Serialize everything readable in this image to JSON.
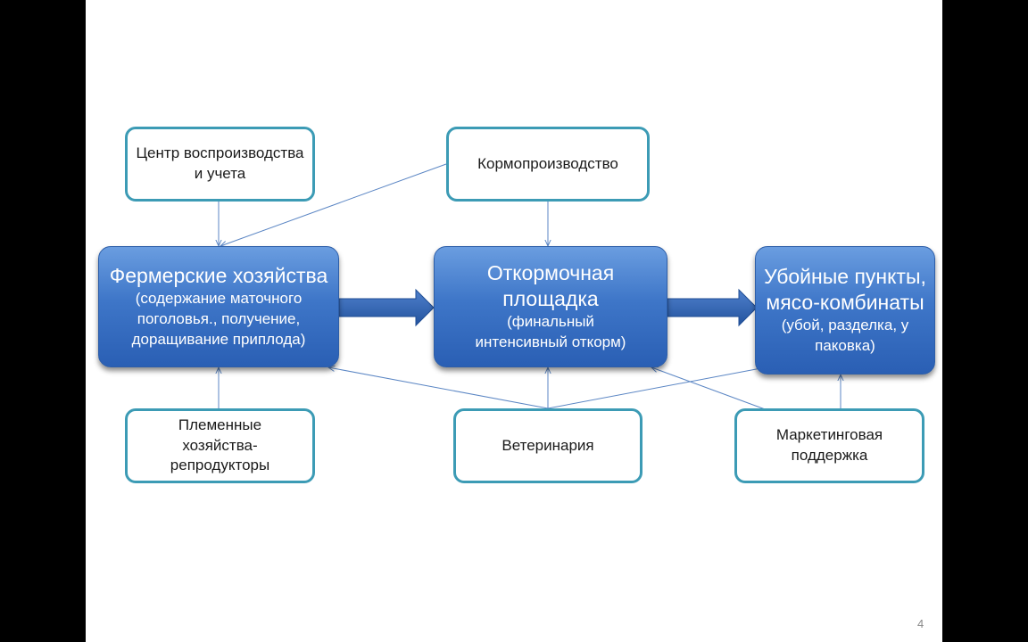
{
  "top_boxes": {
    "reproduction_center": "Центр воспроизводства и учета",
    "feed_production": "Кормопроизводство"
  },
  "main_boxes": {
    "farms": {
      "title": "Фермерские хозяйства",
      "subtitle": "(содержание маточного поголовья., получение, доращивание приплода)"
    },
    "feedlot": {
      "title": "Откормочная площадка",
      "subtitle": "(финальный интенсивный откорм)"
    },
    "slaughter": {
      "title": "Убойные пункты, мясо-комбинаты",
      "subtitle": "(убой, разделка, у паковка)"
    }
  },
  "bottom_boxes": {
    "breeding_farms": "Племенные хозяйства-репродукторы",
    "veterinary": "Ветеринария",
    "marketing": "Маркетинговая поддержка"
  },
  "page_number": "4",
  "colors": {
    "outline_border": "#3c9bb5",
    "main_box_fill": "#3e76c8",
    "arrow_fill": "#2f63b0",
    "connector": "#5b86c4"
  }
}
